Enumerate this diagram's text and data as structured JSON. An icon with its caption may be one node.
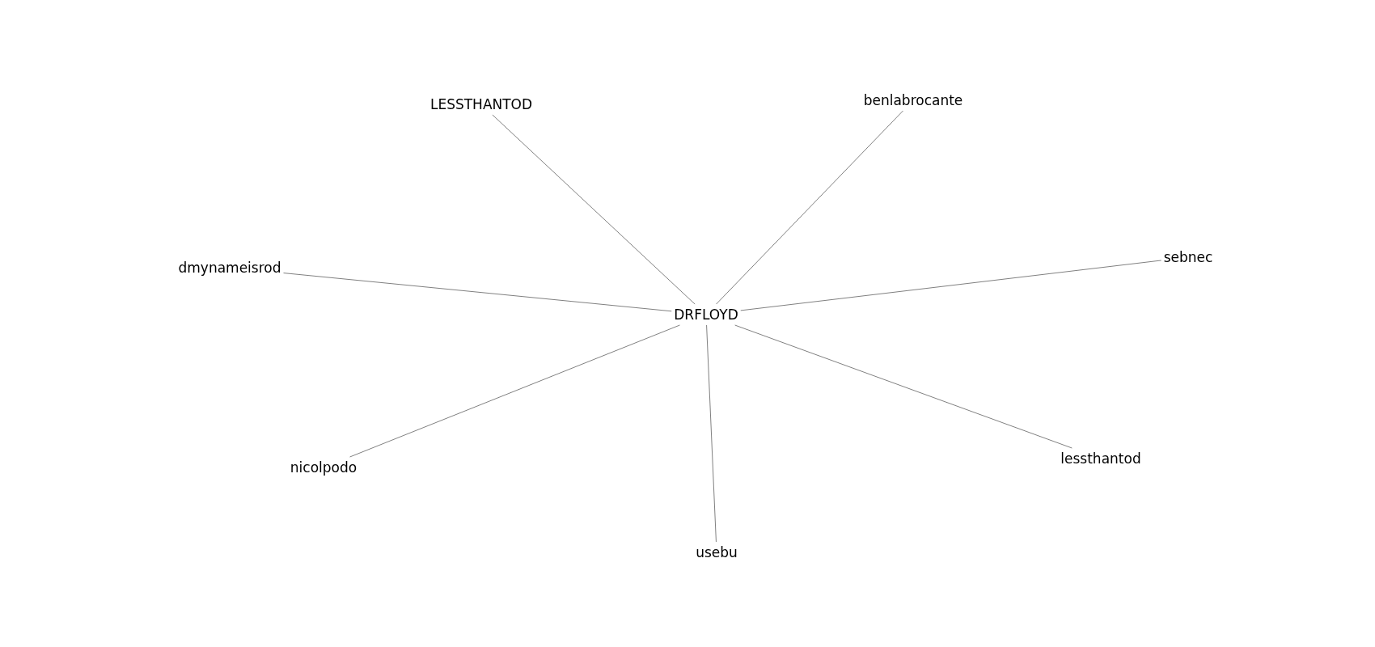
{
  "diagram": {
    "nodes": [
      {
        "text": [
          "LESSTHANTOD"
        ]
      },
      {
        "text": [
          "benlabrocante"
        ]
      },
      {
        "text": [
          "dmynameisrod"
        ]
      },
      {
        "text": [
          "sebnec"
        ]
      },
      {
        "text": [
          "DRFLOYD"
        ]
      },
      {
        "text": [
          "nicolpodo"
        ]
      },
      {
        "text": [
          "lessthantod"
        ]
      },
      {
        "text": [
          "usebu"
        ]
      }
    ],
    "edges": [
      {
        "from": 4,
        "to": 0,
        "arrow": "none"
      },
      {
        "from": 4,
        "to": 1,
        "arrow": "none"
      },
      {
        "from": 4,
        "to": 2,
        "arrow": "none"
      },
      {
        "from": 4,
        "to": 3,
        "arrow": "none"
      },
      {
        "from": 4,
        "to": 5,
        "arrow": "none"
      },
      {
        "from": 4,
        "to": 6,
        "arrow": "none"
      },
      {
        "from": 4,
        "to": 7,
        "arrow": "none"
      }
    ]
  }
}
